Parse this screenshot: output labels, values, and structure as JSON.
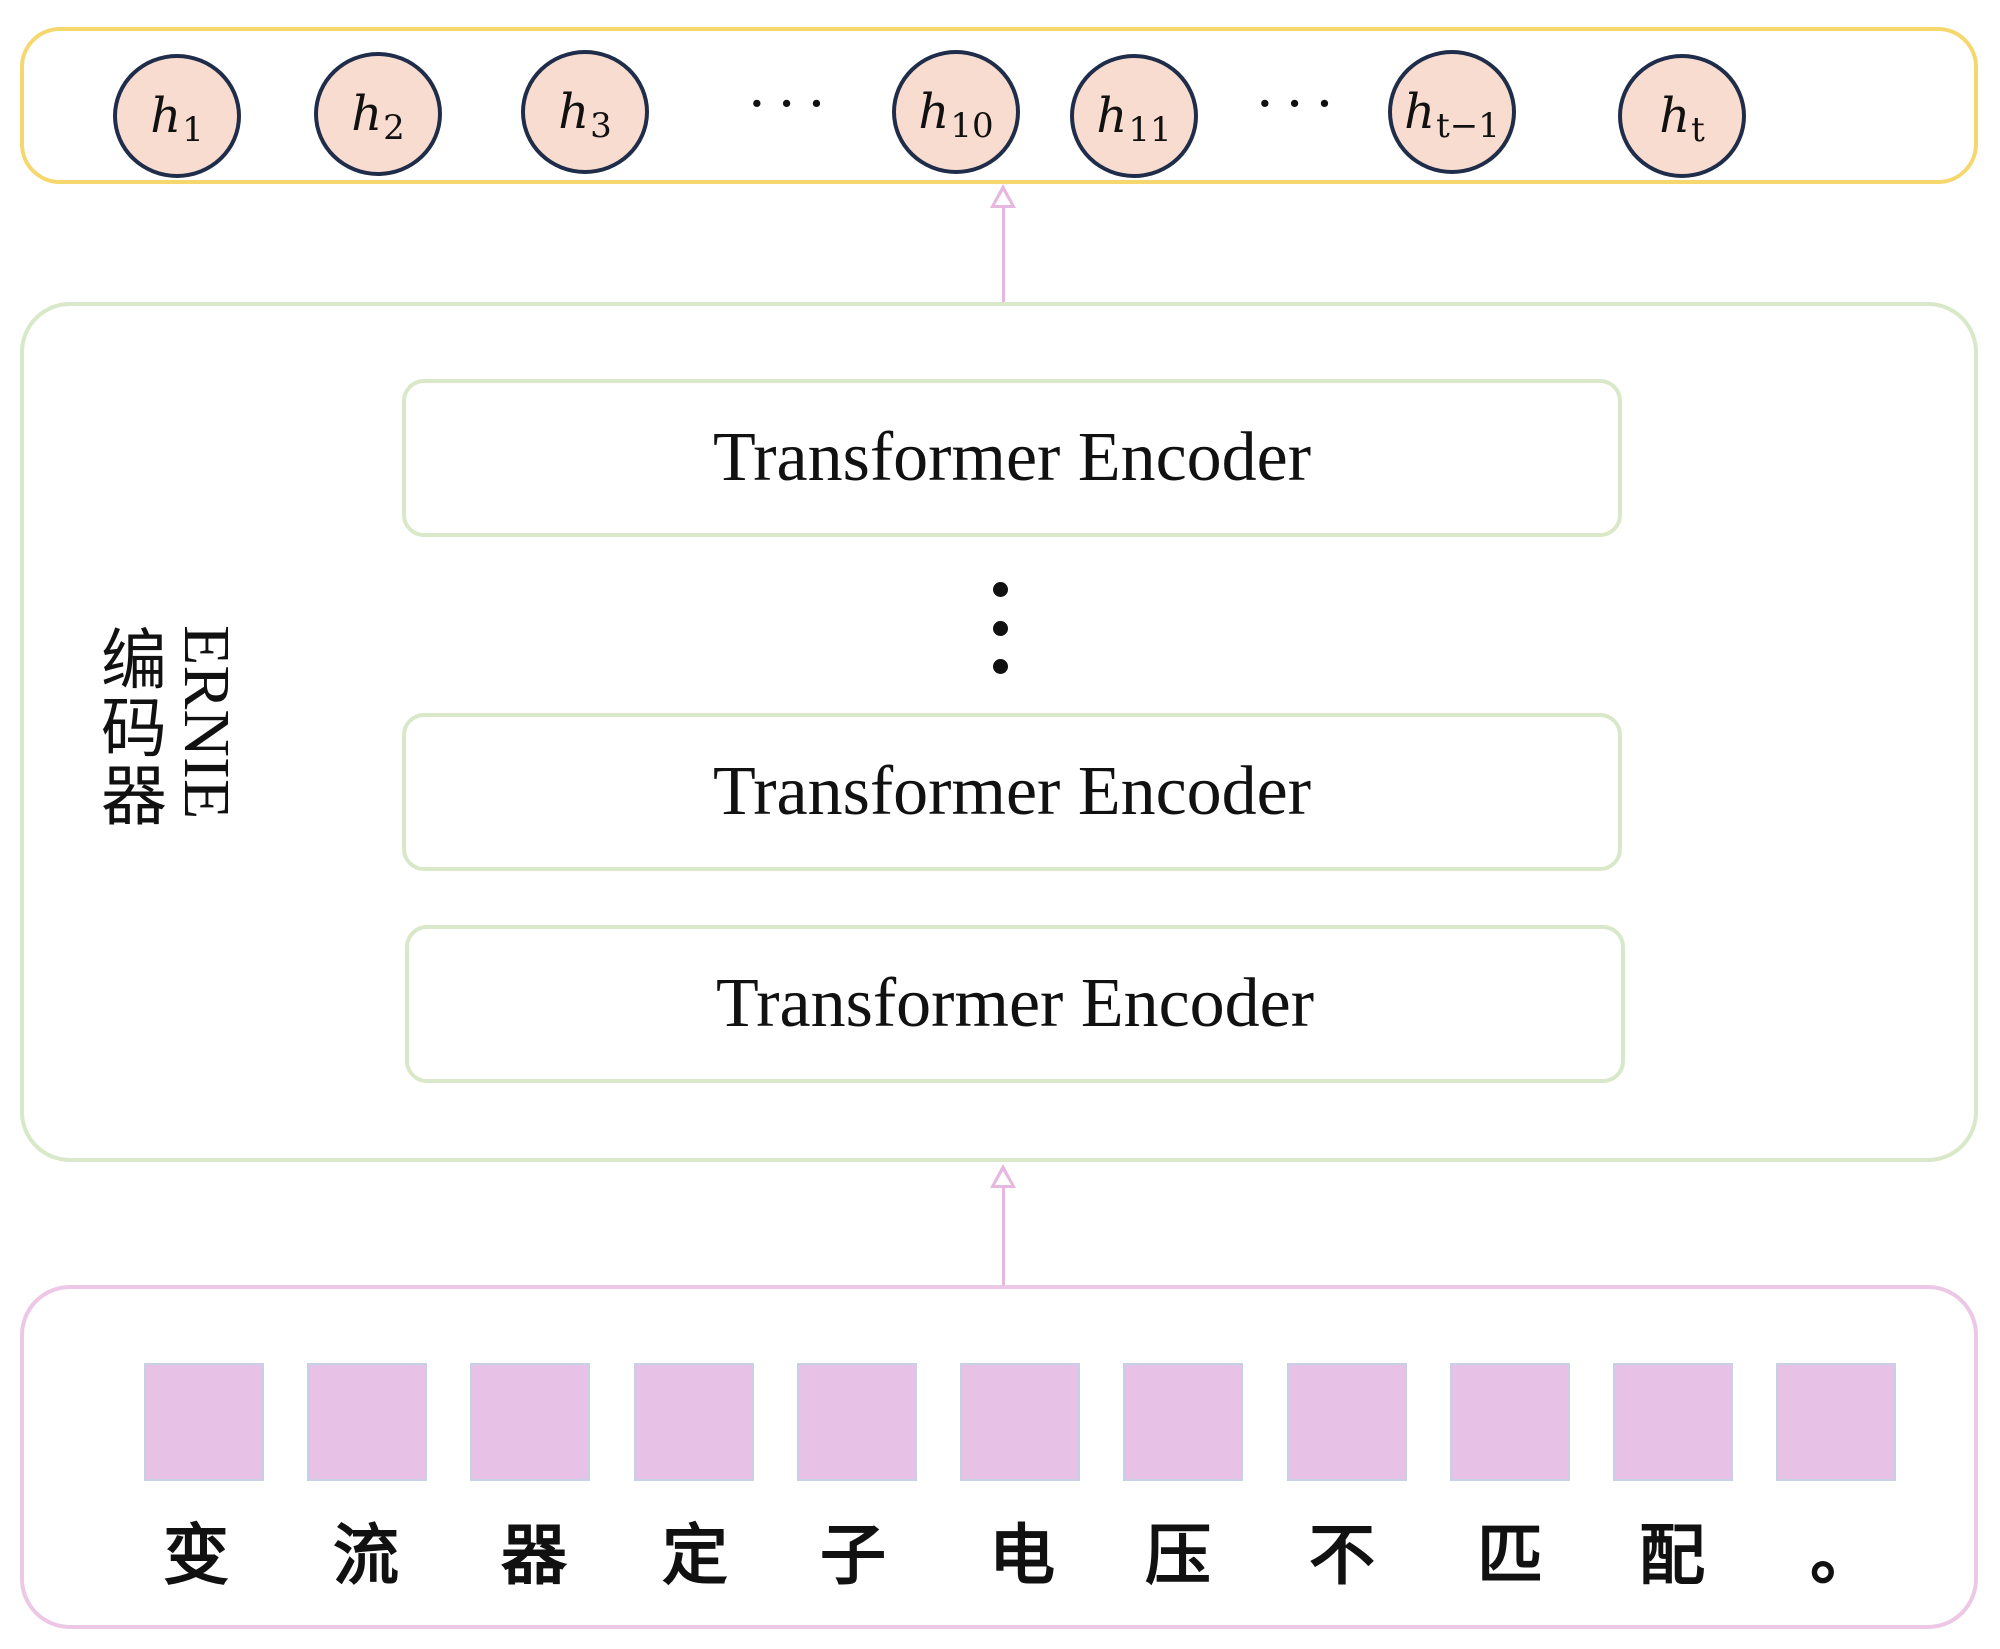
{
  "outputs": {
    "nodes": [
      {
        "base": "h",
        "sub": "1"
      },
      {
        "base": "h",
        "sub": "2"
      },
      {
        "base": "h",
        "sub": "3"
      },
      {
        "base": "h",
        "sub": "10"
      },
      {
        "base": "h",
        "sub": "11"
      },
      {
        "base": "h",
        "sub": "t−1"
      },
      {
        "base": "h",
        "sub": "t"
      }
    ],
    "ellipsis": "···"
  },
  "encoder": {
    "label_latin": "ERNIE",
    "label_cjk": "编码器",
    "blocks": [
      "Transformer Encoder",
      "Transformer Encoder",
      "Transformer Encoder"
    ]
  },
  "input": {
    "tokens": [
      "变",
      "流",
      "器",
      "定",
      "子",
      "电",
      "压",
      "不",
      "匹",
      "配",
      "。"
    ]
  },
  "colors": {
    "output_border": "#f5d76e",
    "node_fill": "#f8dccf",
    "node_border": "#1f2d4a",
    "encoder_border": "#d8e8c8",
    "input_border": "#ecc7e6",
    "token_fill": "#e8c1e6",
    "arrow": "#e6b8e0"
  }
}
